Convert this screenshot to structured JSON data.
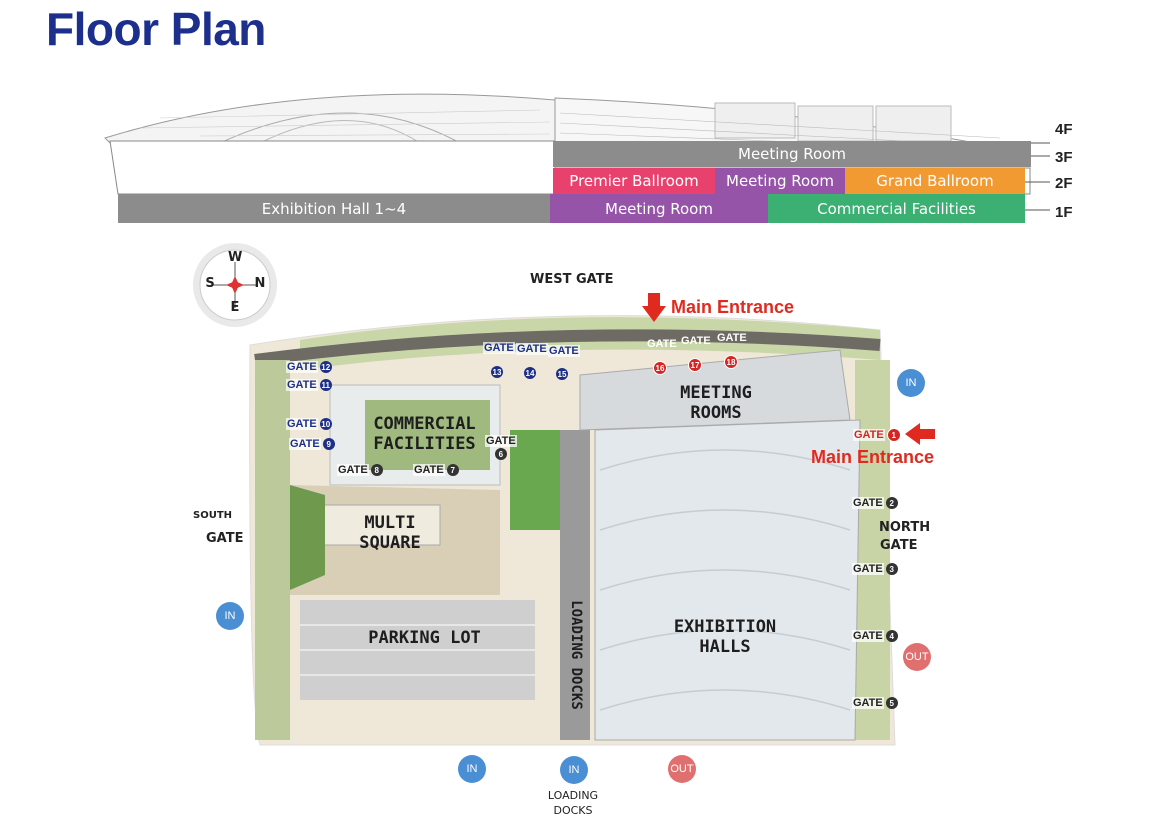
{
  "title": "Floor Plan",
  "section": {
    "floors": [
      "4F",
      "3F",
      "2F",
      "1F"
    ],
    "rooms": {
      "f3_meeting": "Meeting Room",
      "f2_premier": "Premier Ballroom",
      "f2_meeting": "Meeting Room",
      "f2_grand": "Grand Ballroom",
      "f1_exhibition": "Exhibition Hall 1~4",
      "f1_meeting": "Meeting Room",
      "f1_commercial": "Commercial Facilities"
    },
    "colors": {
      "gray": "#8c8c8c",
      "pink": "#e8416d",
      "purple": "#9554a8",
      "orange": "#f29a32",
      "green": "#3bb072"
    }
  },
  "compass": {
    "w": "W",
    "s": "S",
    "n": "N",
    "e": "E"
  },
  "map": {
    "west_gate": "WEST GATE",
    "south_gate_1": "SOUTH",
    "south_gate_2": "GATE",
    "north_gate_1": "NORTH",
    "north_gate_2": "GATE",
    "main_entrance": "Main Entrance",
    "meeting_rooms_1": "MEETING",
    "meeting_rooms_2": "ROOMS",
    "commercial_1": "COMMERCIAL",
    "commercial_2": "FACILITIES",
    "multi_square": "MULTI SQUARE",
    "parking_lot": "PARKING LOT",
    "loading_docks_vertical": "LOADING DOCKS",
    "exhibition_halls": "EXHIBITION HALLS",
    "loading_docks_1": "LOADING",
    "loading_docks_2": "DOCKS",
    "gate_word": "GATE",
    "in": "IN",
    "out": "OUT",
    "gate_numbers": {
      "g1": "1",
      "g2": "2",
      "g3": "3",
      "g4": "4",
      "g5": "5",
      "g6": "6",
      "g7": "7",
      "g8": "8",
      "g9": "9",
      "g10": "10",
      "g11": "11",
      "g12": "12",
      "g13": "13",
      "g14": "14",
      "g15": "15",
      "g16": "16",
      "g17": "17",
      "g18": "18"
    }
  }
}
